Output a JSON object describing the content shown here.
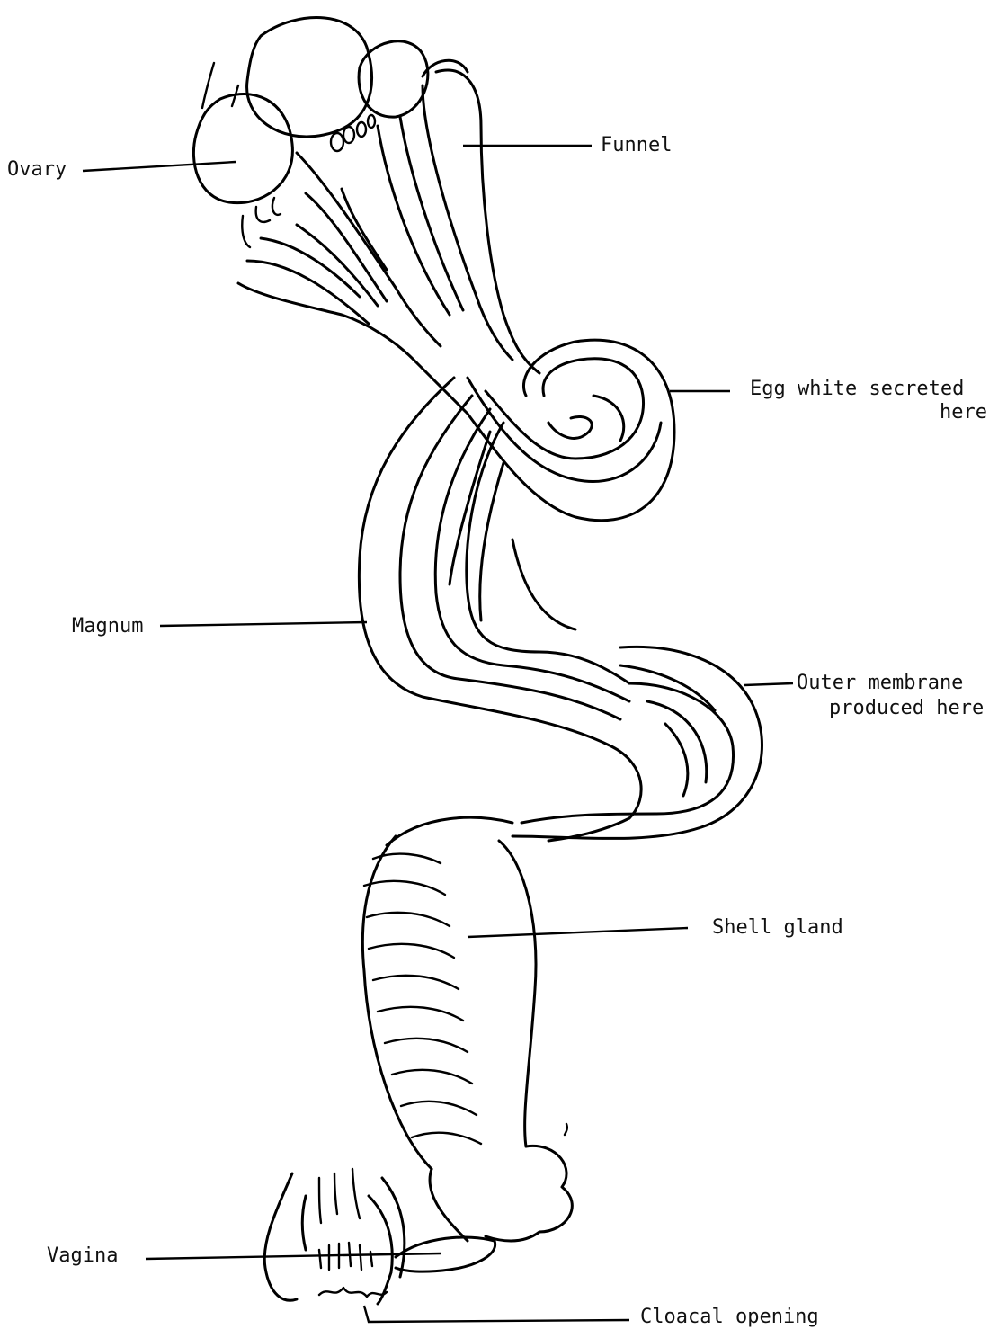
{
  "labels": {
    "ovary": "Ovary",
    "funnel": "Funnel",
    "egg_white_line1": "Egg white secreted",
    "egg_white_line2": "here",
    "magnum": "Magnum",
    "outer_membrane_line1": "Outer membrane",
    "outer_membrane_line2": "produced here",
    "shell_gland": "Shell gland",
    "vagina": "Vagina",
    "cloacal_opening": "Cloacal opening"
  }
}
